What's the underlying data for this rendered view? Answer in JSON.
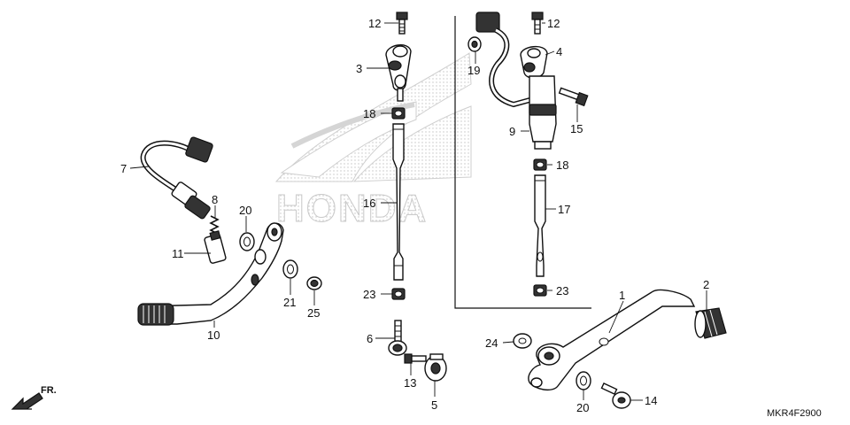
{
  "diagram": {
    "code": "MKR4F2900",
    "front_marker": "FR.",
    "watermark": "HONDA",
    "callouts": [
      {
        "id": "c12a",
        "text": "12"
      },
      {
        "id": "c3",
        "text": "3"
      },
      {
        "id": "c18a",
        "text": "18"
      },
      {
        "id": "c16",
        "text": "16"
      },
      {
        "id": "c23a",
        "text": "23"
      },
      {
        "id": "c6",
        "text": "6"
      },
      {
        "id": "c13",
        "text": "13"
      },
      {
        "id": "c5",
        "text": "5"
      },
      {
        "id": "c7",
        "text": "7"
      },
      {
        "id": "c8",
        "text": "8"
      },
      {
        "id": "c20a",
        "text": "20"
      },
      {
        "id": "c11",
        "text": "11"
      },
      {
        "id": "c21",
        "text": "21"
      },
      {
        "id": "c25",
        "text": "25"
      },
      {
        "id": "c10",
        "text": "10"
      },
      {
        "id": "c19",
        "text": "19"
      },
      {
        "id": "c12b",
        "text": "12"
      },
      {
        "id": "c4",
        "text": "4"
      },
      {
        "id": "c15",
        "text": "15"
      },
      {
        "id": "c9",
        "text": "9"
      },
      {
        "id": "c18b",
        "text": "18"
      },
      {
        "id": "c17",
        "text": "17"
      },
      {
        "id": "c23b",
        "text": "23"
      },
      {
        "id": "c1",
        "text": "1"
      },
      {
        "id": "c2",
        "text": "2"
      },
      {
        "id": "c24",
        "text": "24"
      },
      {
        "id": "c20b",
        "text": "20"
      },
      {
        "id": "c14",
        "text": "14"
      }
    ]
  }
}
